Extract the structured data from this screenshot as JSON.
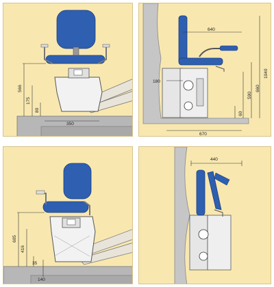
{
  "panels": {
    "top_left": {
      "dim_height_total": "566",
      "dim_step": "175",
      "dim_base": "80",
      "dim_width": "350"
    },
    "top_right": {
      "dim_width_seat": "640",
      "dim_height_total": "1040",
      "dim_height_mid": "660",
      "dim_height_low": "590",
      "dim_rail": "180",
      "dim_floor": "60",
      "dim_depth": "670"
    },
    "bottom_left": {
      "dim_height_total": "605",
      "dim_height_mid": "416",
      "dim_small1": "35",
      "dim_small2": "140"
    },
    "bottom_right": {
      "dim_width": "440"
    }
  },
  "colors": {
    "panel_bg": "#f8e8b0",
    "seat_blue": "#2f5fb0",
    "steps": "#b7b7b7",
    "wall": "#c6c6c6",
    "lines": "#444444"
  }
}
